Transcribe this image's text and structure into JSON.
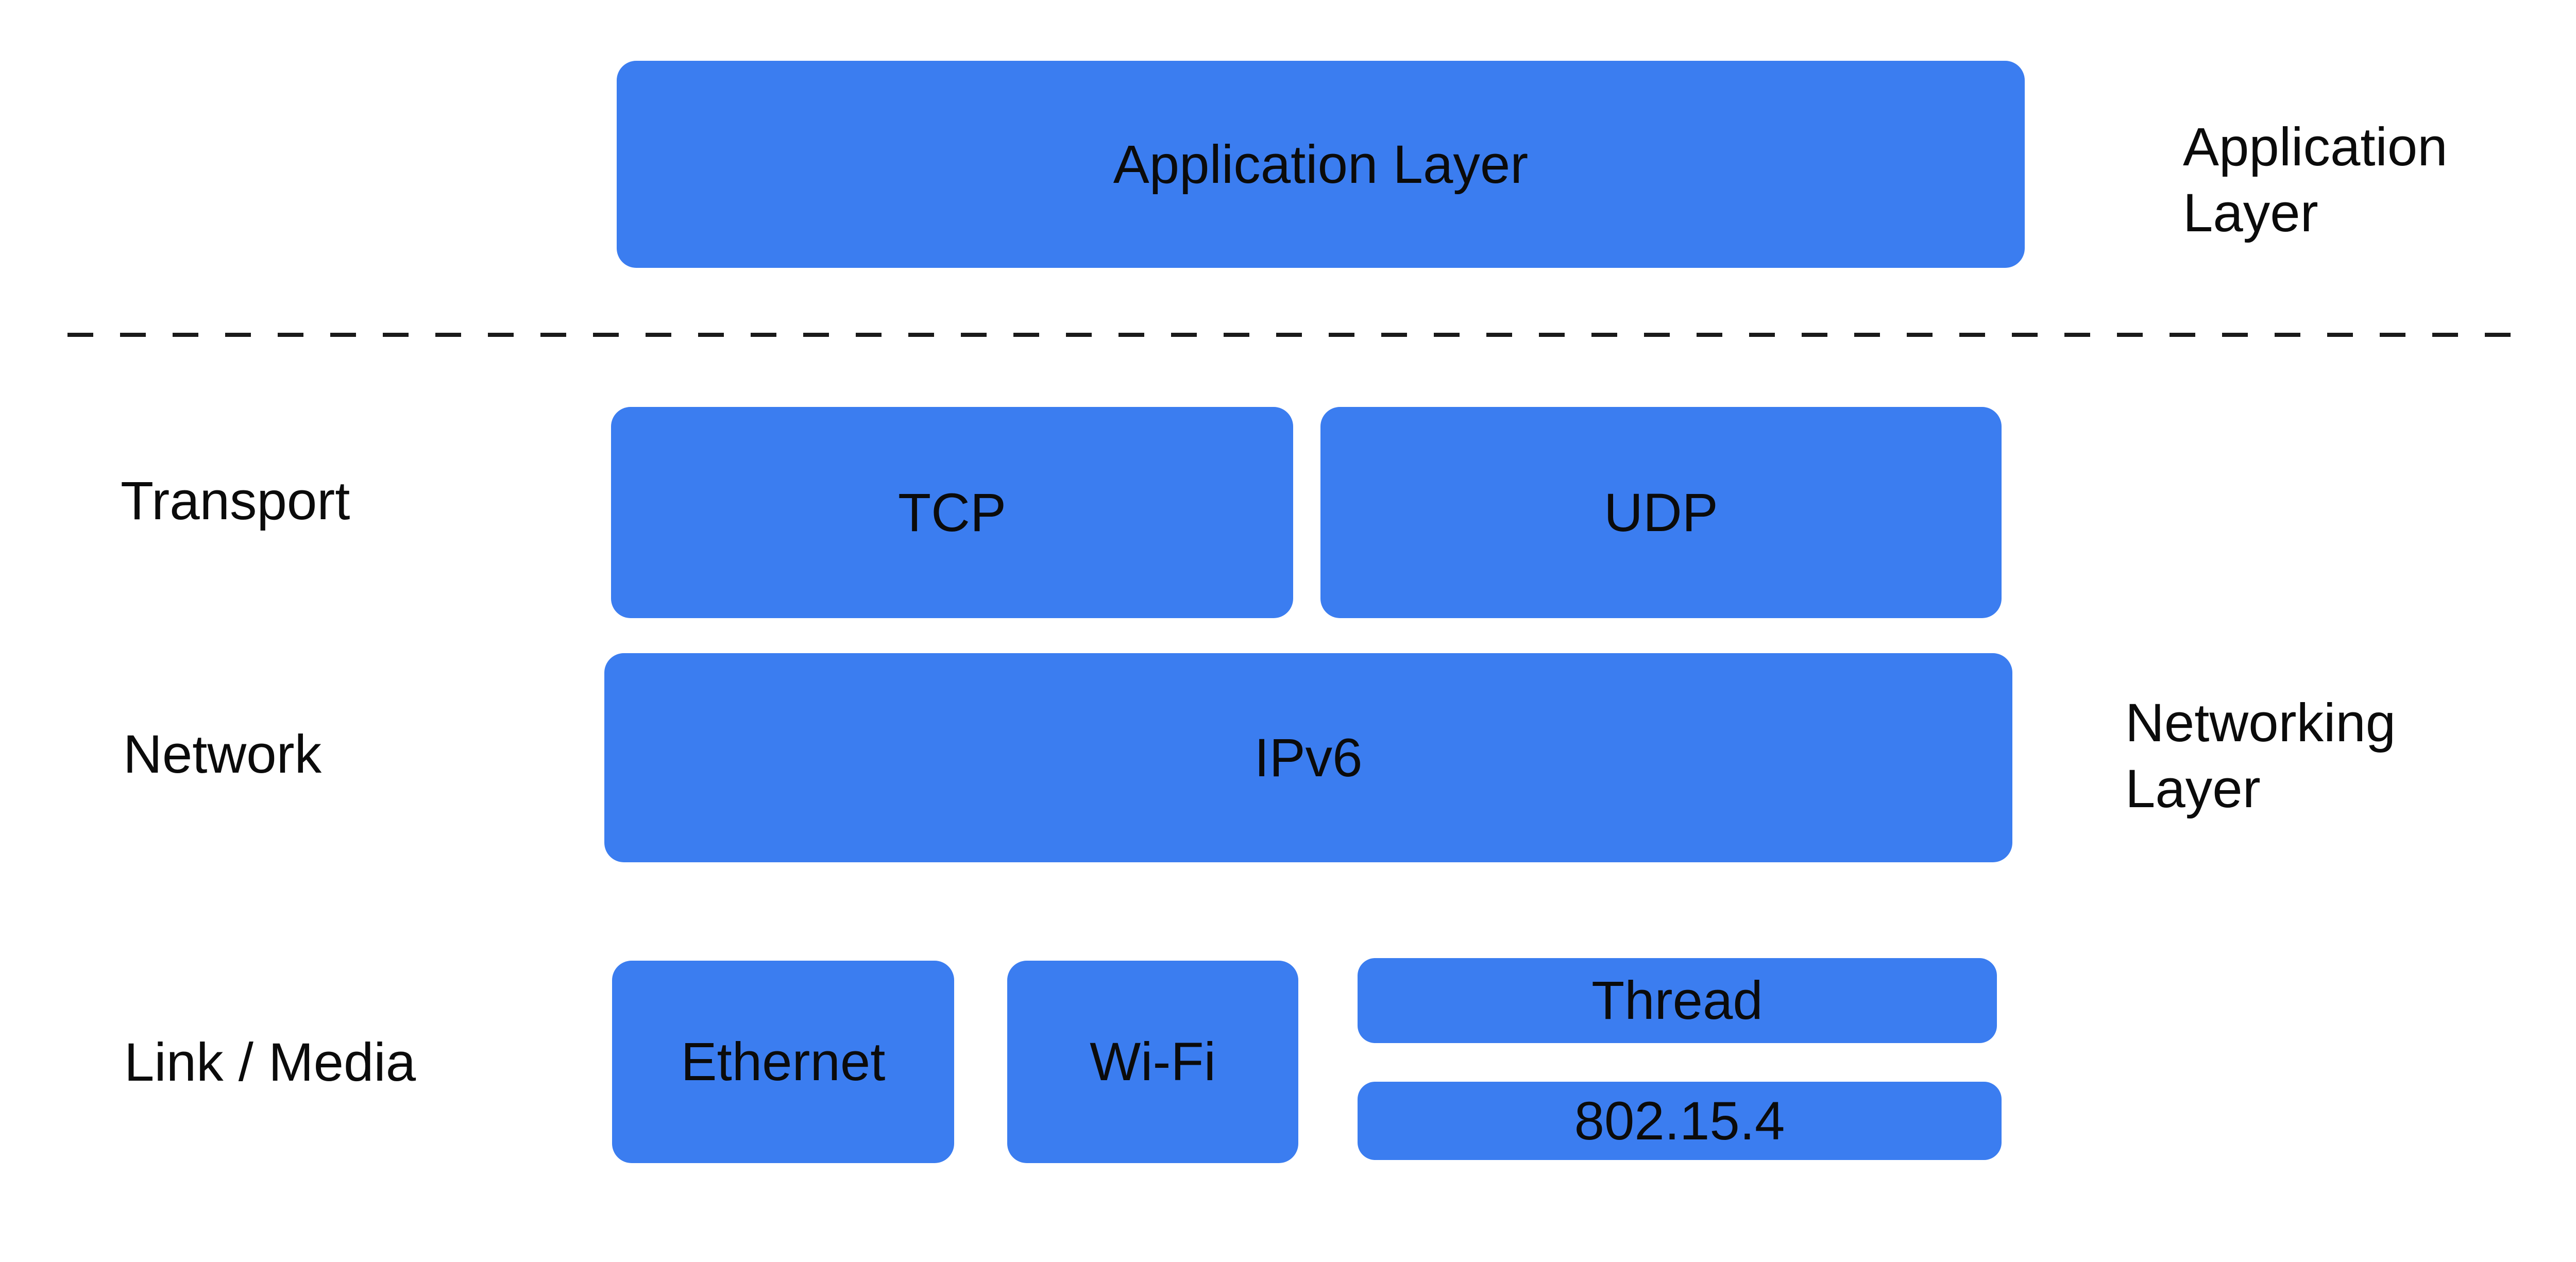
{
  "colors": {
    "box_fill": "#3B7DF0",
    "text": "#0B0B0B",
    "background": "#FFFFFF",
    "divider": "#1A1A1A"
  },
  "application_section": {
    "box_label": "Application Layer",
    "side_label": "Application Layer"
  },
  "divider": {
    "style": "dashed-horizontal-line"
  },
  "network_section": {
    "side_label": "Networking Layer",
    "rows": [
      {
        "label": "Transport",
        "boxes": [
          "TCP",
          "UDP"
        ]
      },
      {
        "label": "Network",
        "boxes": [
          "IPv6"
        ]
      },
      {
        "label": "Link / Media",
        "boxes": [
          "Ethernet",
          "Wi-Fi",
          "Thread",
          "802.15.4"
        ]
      }
    ]
  }
}
